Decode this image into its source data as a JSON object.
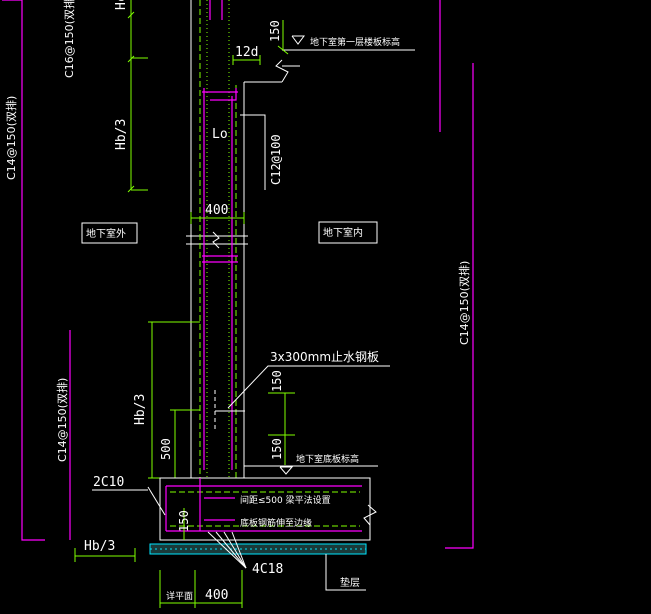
{
  "labels": {
    "hc": "Hc",
    "c16_top": "C16@150(双排)",
    "hb3_top": "Hb/3",
    "c14_left_top": "C14@150(双排)",
    "d12": "12d",
    "dim150_top": "150",
    "top_floor": "地下室第一层楼板标高",
    "lo": "Lo",
    "c12": "C12@100",
    "dim400_mid": "400",
    "room_left": "地下室外",
    "room_right": "地下室内",
    "c14_right": "C14@150(双排)",
    "waterstop": "3x300mm止水钢板",
    "hb3_mid": "Hb/3",
    "dim150_a": "150",
    "dim500": "500",
    "dim150_b": "150",
    "c14_left_bot": "C14@150(双排)",
    "base_level": "地下室底板标高",
    "c2c10": "2C10",
    "dim150_foot": "150",
    "note1": "间距≤500 梁平法设置",
    "note2": "底板钢筋伸至边缘",
    "hb3_bot": "Hb/3",
    "c4c18": "4C18",
    "dim_bot_left": "详平面",
    "dim400_bot": "400",
    "cushion": "垫层"
  }
}
